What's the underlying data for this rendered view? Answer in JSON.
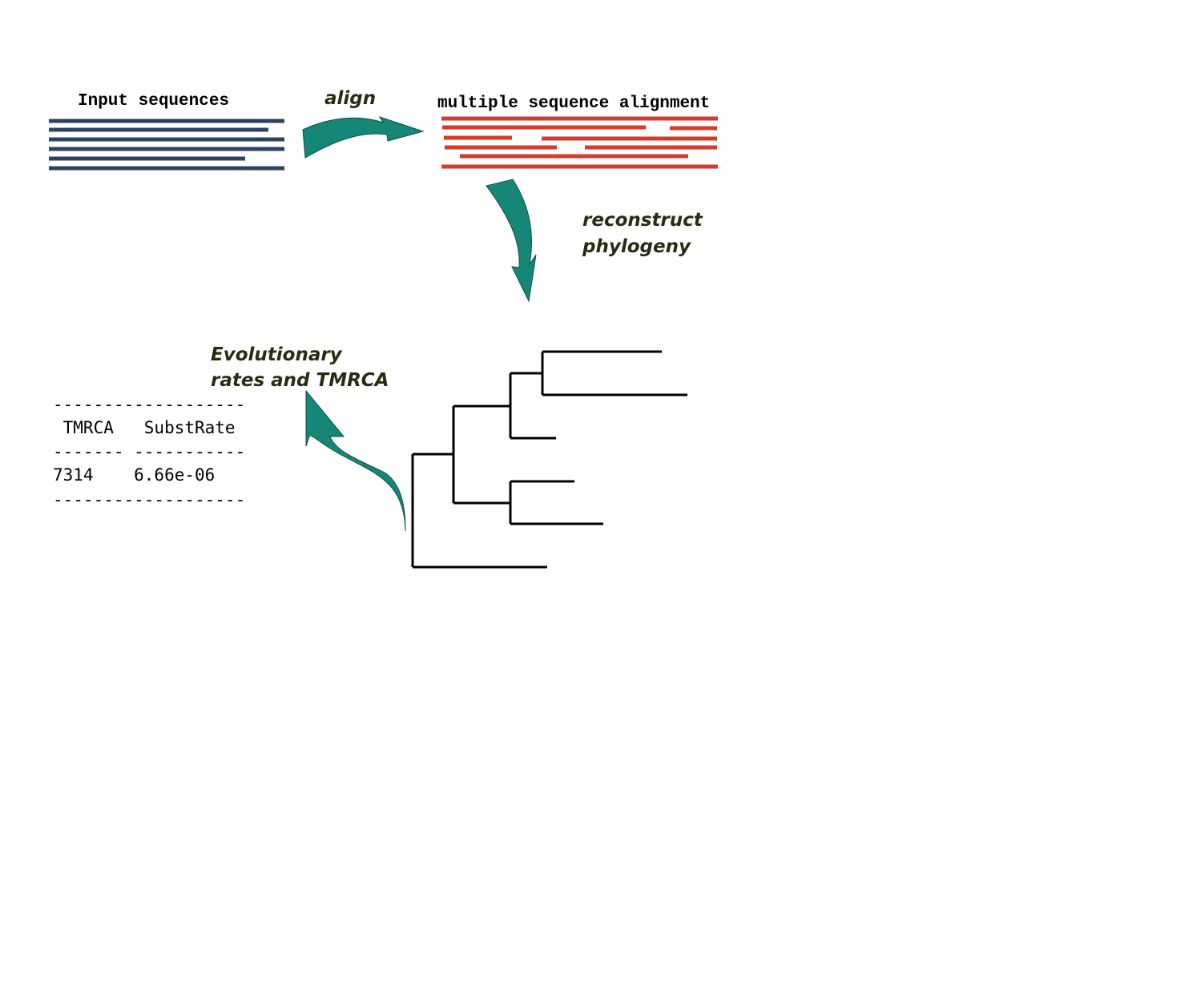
{
  "colors": {
    "input_lines": "#2e4363",
    "alignment_lines": "#d63b2b",
    "arrow_fill": "#168776",
    "arrow_stroke": "#0b4f44",
    "step_label": "#2b2b12",
    "tree": "#000000"
  },
  "input": {
    "title": "Input sequences"
  },
  "alignment": {
    "title": "multiple sequence alignment"
  },
  "steps": {
    "align": "align",
    "reconstruct_line1": "reconstruct",
    "reconstruct_line2": "phylogeny",
    "rates_line1": "Evolutionary",
    "rates_line2": "rates and TMRCA"
  },
  "icons": {
    "align_arrow": "curved-arrow-right-icon",
    "reconstruct_arrow": "curved-arrow-down-icon",
    "rates_arrow": "curved-arrow-up-icon"
  },
  "results_table": {
    "rule_top": "-------------------",
    "header": " TMRCA   SubstRate",
    "rule_mid": "------- -----------",
    "row": "7314    6.66e-06",
    "rule_bottom": "-------------------"
  }
}
